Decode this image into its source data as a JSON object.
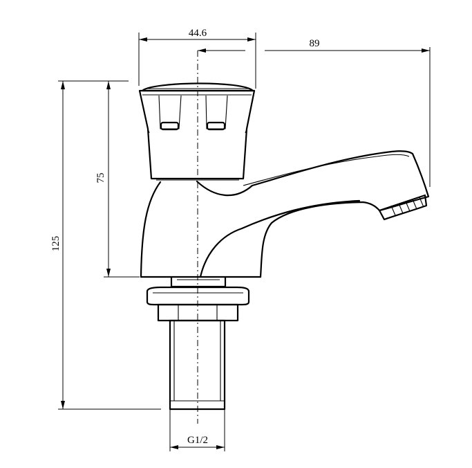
{
  "drawing": {
    "dimensions": {
      "head_width": "44.6",
      "spout_reach": "89",
      "total_height": "125",
      "body_height": "75",
      "thread": "G1/2"
    }
  }
}
